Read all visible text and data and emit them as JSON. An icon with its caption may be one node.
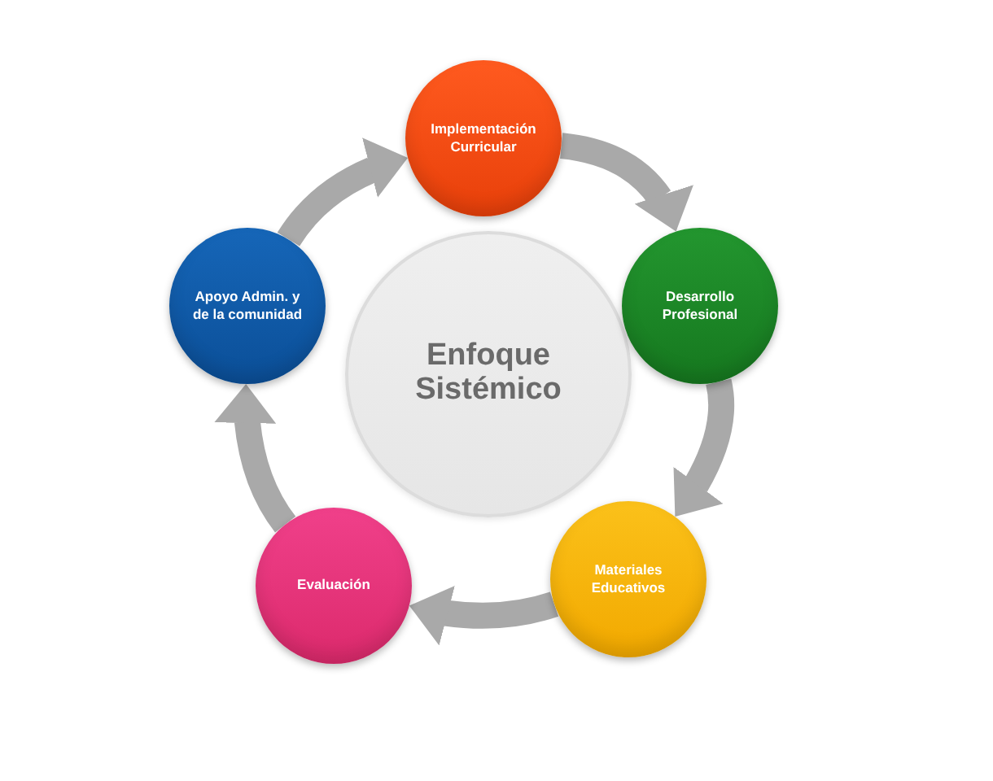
{
  "diagram": {
    "nodes": [
      {
        "text": [
          "Implementación Curricular"
        ]
      },
      {
        "text": [
          "Apoyo Admin. y de la comunidad"
        ]
      },
      {
        "text": [
          "Enfoque Sistémico"
        ]
      },
      {
        "text": [
          "Desarrollo Profesional"
        ]
      },
      {
        "text": [
          "Evaluación"
        ]
      },
      {
        "text": [
          "Materiales Educativos"
        ]
      }
    ],
    "edges": [
      {
        "from": 0,
        "to": 3,
        "arrow": "to"
      },
      {
        "from": 3,
        "to": 5,
        "arrow": "to"
      },
      {
        "from": 5,
        "to": 4,
        "arrow": "to"
      },
      {
        "from": 4,
        "to": 1,
        "arrow": "to"
      },
      {
        "from": 1,
        "to": 0,
        "arrow": "to"
      }
    ]
  }
}
